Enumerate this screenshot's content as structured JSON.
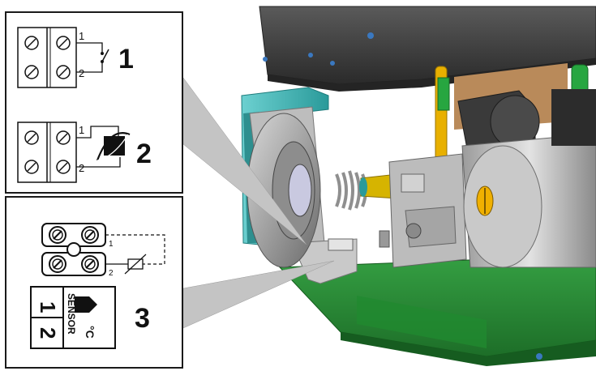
{
  "callouts": {
    "top": {
      "item1": {
        "number": "1",
        "pin_a": "1",
        "pin_b": "2"
      },
      "item2": {
        "number": "2",
        "pin_a": "1",
        "pin_b": "2"
      }
    },
    "bottom": {
      "item3": {
        "number": "3",
        "pin_a": "1",
        "pin_b": "2"
      },
      "label": {
        "left": "1",
        "right": "2",
        "word": "SENSOR",
        "unit": "°C"
      }
    }
  },
  "colors": {
    "border": "#1a1a1a",
    "green_board": "#2e8b3a",
    "teal_bracket": "#3fb6b6",
    "housing_dark": "#3c3c3c",
    "gas_pipe_yellow": "#e8b000",
    "pipe_green": "#27a640",
    "metal_grey": "#a7a7a7"
  }
}
